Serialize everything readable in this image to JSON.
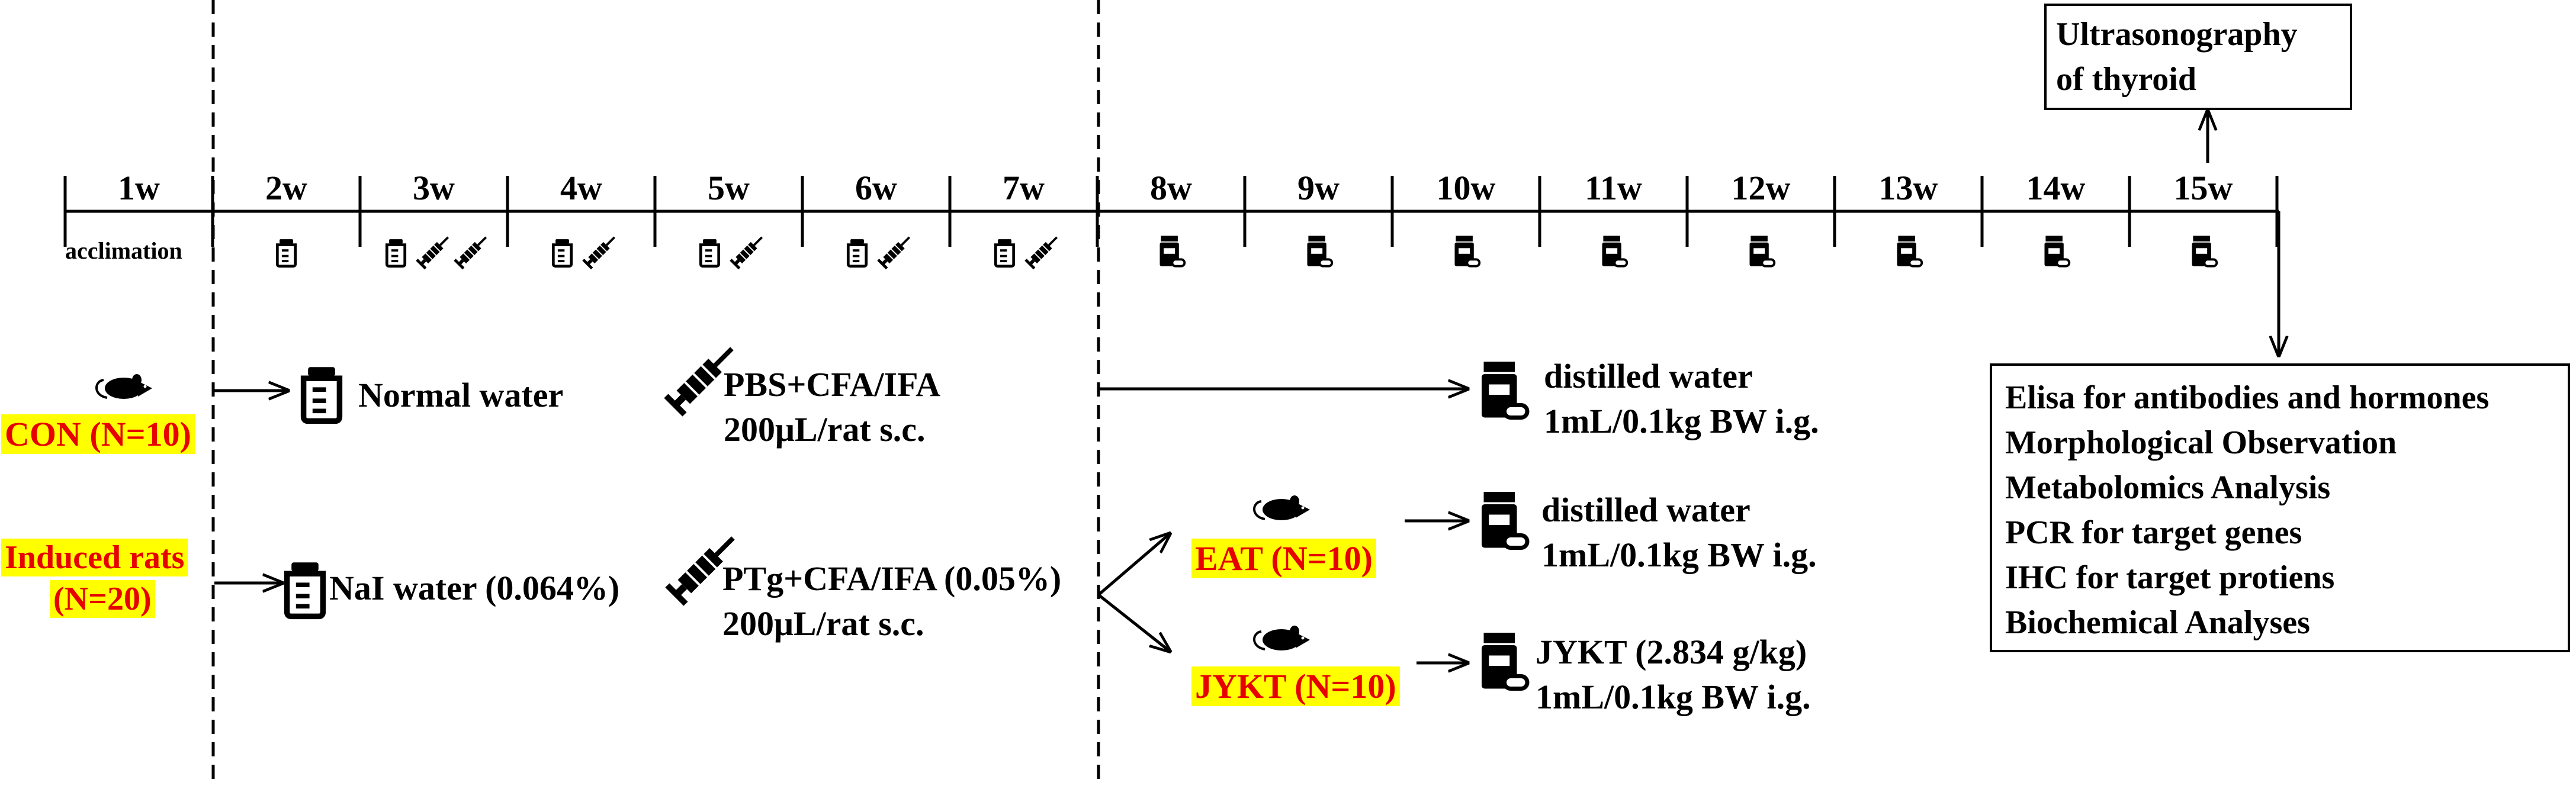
{
  "timeline": {
    "weeks": [
      "1w",
      "2w",
      "3w",
      "4w",
      "5w",
      "6w",
      "7w",
      "8w",
      "9w",
      "10w",
      "11w",
      "12w",
      "13w",
      "14w",
      "15w"
    ],
    "acclimation": "acclimation",
    "week_icons": [
      [],
      [
        "bottle-icon"
      ],
      [
        "bottle-icon",
        "syringe-icon",
        "syringe-icon"
      ],
      [
        "bottle-icon",
        "syringe-icon"
      ],
      [
        "bottle-icon",
        "syringe-icon"
      ],
      [
        "bottle-icon",
        "syringe-icon"
      ],
      [
        "bottle-icon",
        "syringe-icon"
      ],
      [
        "pill-bottle-icon"
      ],
      [
        "pill-bottle-icon"
      ],
      [
        "pill-bottle-icon"
      ],
      [
        "pill-bottle-icon"
      ],
      [
        "pill-bottle-icon"
      ],
      [
        "pill-bottle-icon"
      ],
      [
        "pill-bottle-icon"
      ],
      [
        "pill-bottle-icon"
      ]
    ]
  },
  "ultrasound": {
    "line1": "Ultrasonography",
    "line2": "of thyroid"
  },
  "analyses": [
    "Elisa for antibodies and hormones",
    "Morphological Observation",
    "Metabolomics Analysis",
    "PCR for target genes",
    "IHC for target protiens",
    "Biochemical Analyses"
  ],
  "con_group": {
    "label": "CON (N=10)",
    "water": "Normal water",
    "injection_1": "PBS+CFA/IFA",
    "injection_2": "200μL/rat s.c.",
    "treatment_1": "distilled water",
    "treatment_2": "1mL/0.1kg BW i.g."
  },
  "induced_group": {
    "label_1": "Induced rats",
    "label_2": "(N=20)",
    "water": "NaI water (0.064%)",
    "injection_1": "PTg+CFA/IFA (0.05%)",
    "injection_2": "200μL/rat s.c."
  },
  "eat_group": {
    "label": "EAT (N=10)",
    "treatment_1": "distilled water",
    "treatment_2": "1mL/0.1kg BW i.g."
  },
  "jykt_group": {
    "label": "JYKT (N=10)",
    "treatment_1": "JYKT (2.834 g/kg)",
    "treatment_2": "1mL/0.1kg BW i.g."
  },
  "colors": {
    "highlight": "#ffff00",
    "group_text": "#e60000",
    "line": "#000000"
  }
}
